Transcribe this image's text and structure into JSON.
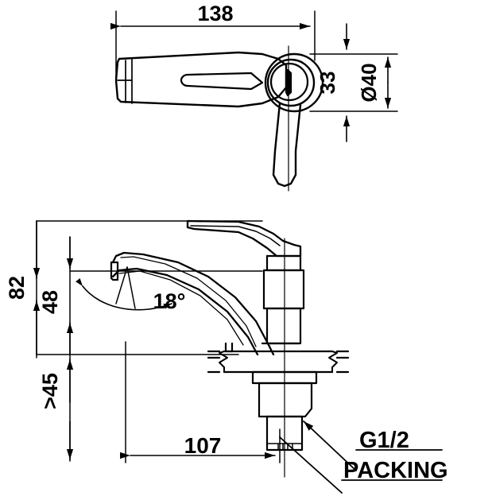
{
  "drawing": {
    "title": "Basin faucet dimensional drawing",
    "units": "mm",
    "line_color": "#000000",
    "background_color": "#ffffff",
    "views": [
      {
        "name": "top-view",
        "label": ""
      },
      {
        "name": "side-view",
        "label": ""
      }
    ]
  },
  "dimensions": {
    "overall_handle_length": "138",
    "handle_height": "33",
    "body_diameter": "Ø40",
    "total_height": "82",
    "spout_height": "48",
    "deck_clearance": ">45",
    "spout_reach": "107",
    "spout_angle": "18°"
  },
  "annotations": {
    "thread_label": "G1/2",
    "packing_label": "PACKING"
  },
  "icons": {
    "arrow": "dimension-arrow",
    "break": "break-symbol",
    "centerline": "center-line"
  }
}
